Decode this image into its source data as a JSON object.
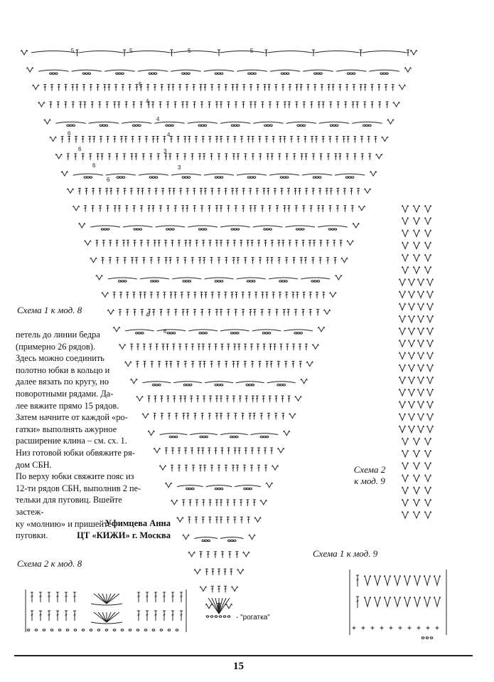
{
  "captions": {
    "scheme1_mod8": "Схема 1 к мод. 8",
    "scheme2_mod8": "Схема 2 к мод. 8",
    "scheme1_mod9": "Схема 1 к мод. 9",
    "scheme2_mod9_line1": "Схема 2",
    "scheme2_mod9_line2": "к мод. 9"
  },
  "body_lines": [
    "петель до линии бедра",
    "(примерно 26 рядов).",
    "Здесь можно соединить",
    "полотно юбки в кольцо и",
    "далее вязать по кругу, но",
    "поворотными рядами. Да-",
    "лее вяжите прямо 15 рядов.",
    "Затем начните от каждой «ро-",
    "гатки» выполнять ажурное",
    "расширение клина – см. сх. 1.",
    "Низ готовой юбки обвяжите ря-",
    "дом СБН.",
    "По верху юбки свяжите пояс из",
    "12-ти рядов СБН, выполнив 2 пе-",
    "тельки для пуговиц. Вшейте застеж-",
    "ку «молнию» и пришейте пуговки."
  ],
  "author": {
    "name": "Уфимцева Анна",
    "org": "ЦТ «КИЖИ» г. Москва"
  },
  "diagram_labels": {
    "rogatka": "- \"рогатка\"",
    "top_numbers": [
      "5",
      "5",
      "5",
      "5"
    ],
    "inner_numbers": [
      "5",
      "4",
      "4",
      "4",
      "3",
      "3",
      "6",
      "6",
      "6",
      "6",
      "4",
      "6"
    ]
  },
  "page_number": "15"
}
